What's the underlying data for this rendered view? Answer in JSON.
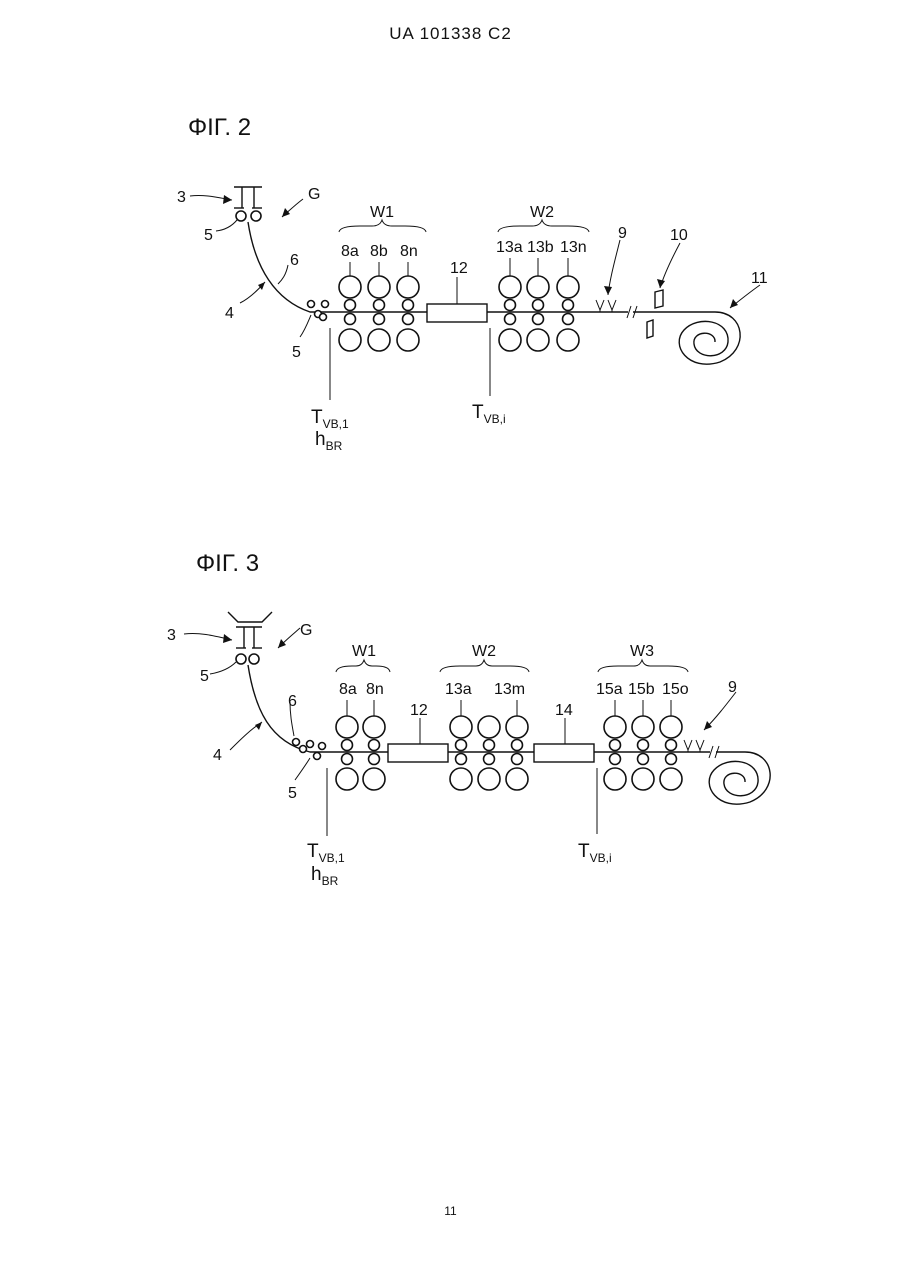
{
  "header": {
    "text": "UA   101338   C2"
  },
  "page_number": "11",
  "fig2": {
    "title": "ΦΙΓ. 2",
    "labels": {
      "l3": "3",
      "l5a": "5",
      "lG": "G",
      "l4": "4",
      "l6": "6",
      "l5b": "5",
      "W1": "W1",
      "W2": "W2",
      "l8a": "8a",
      "l8b": "8b",
      "l8n": "8n",
      "l12": "12",
      "l13a": "13a",
      "l13b": "13b",
      "l13n": "13n",
      "l9": "9",
      "l10": "10",
      "l11": "11"
    },
    "tvb1": {
      "main": "T",
      "sub": "VB,1"
    },
    "hbr": {
      "main": "h",
      "sub": "BR"
    },
    "tvbi": {
      "main": "T",
      "sub": "VB,i"
    }
  },
  "fig3": {
    "title": "ΦΙΓ. 3",
    "labels": {
      "l3": "3",
      "l5a": "5",
      "lG": "G",
      "l4": "4",
      "l6": "6",
      "l5b": "5",
      "W1": "W1",
      "W2": "W2",
      "W3": "W3",
      "l8a": "8a",
      "l8n": "8n",
      "l12": "12",
      "l13a": "13a",
      "l13m": "13m",
      "l14": "14",
      "l15a": "15a",
      "l15b": "15b",
      "l15o": "15o",
      "l9": "9"
    },
    "tvb1": {
      "main": "T",
      "sub": "VB,1"
    },
    "hbr": {
      "main": "h",
      "sub": "BR"
    },
    "tvbi": {
      "main": "T",
      "sub": "VB,i"
    }
  }
}
